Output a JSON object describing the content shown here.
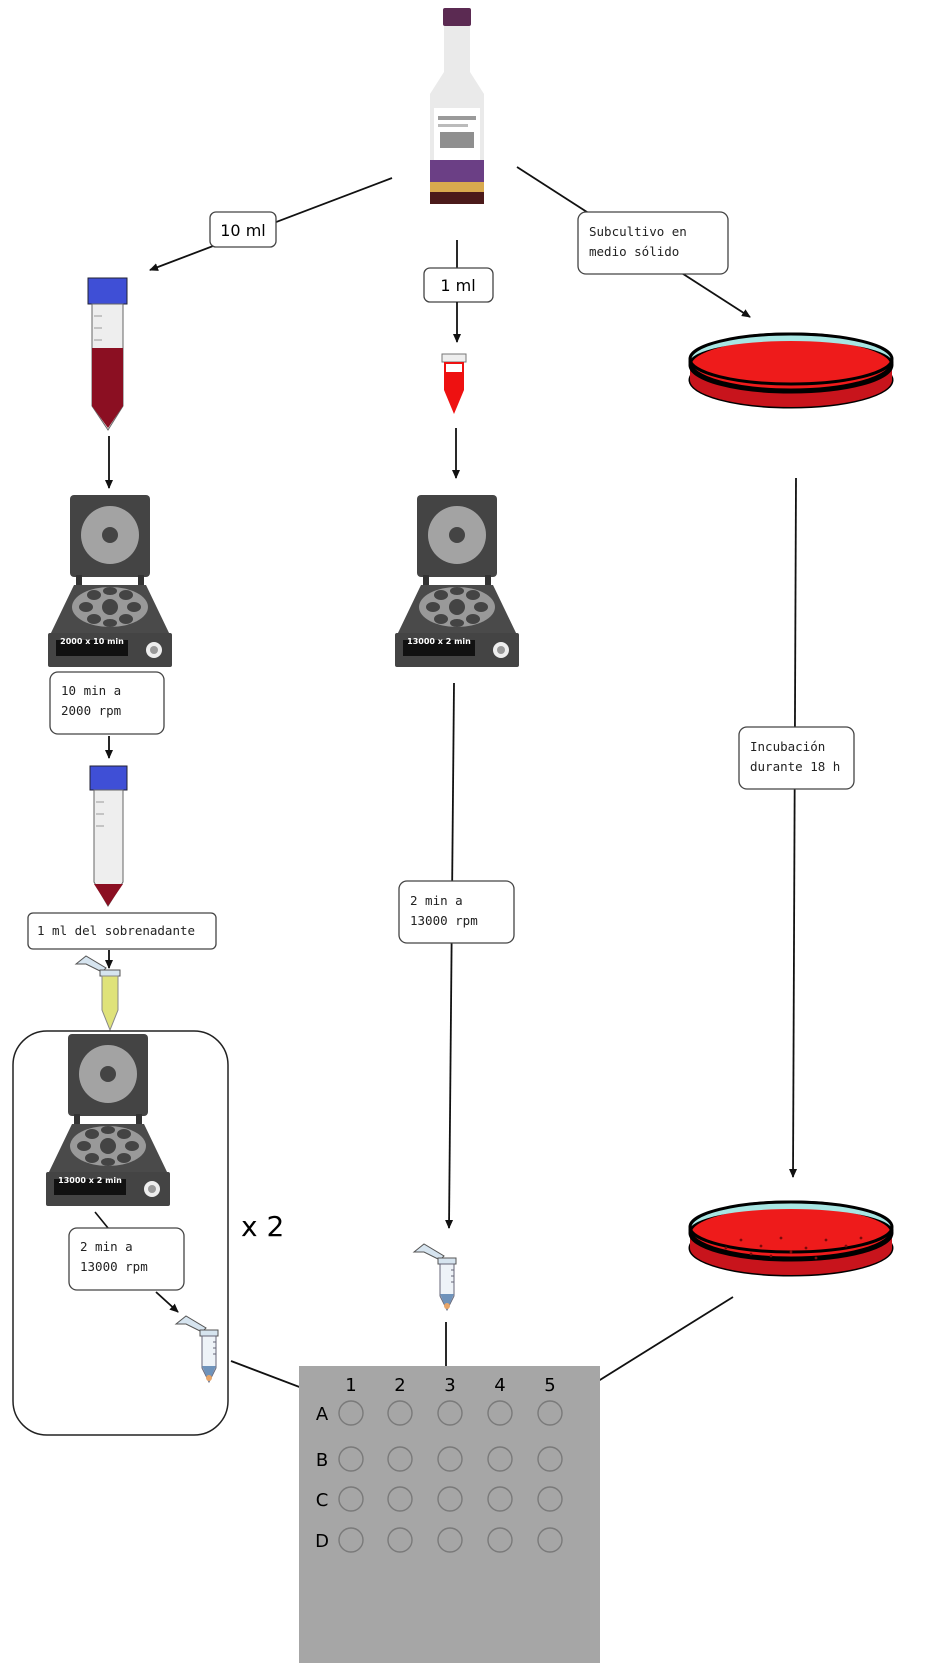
{
  "bottle": {
    "icon": "blood-culture-bottle-icon"
  },
  "steps": {
    "left_volume": "10 ml",
    "center_volume": "1 ml",
    "right_subculture": [
      "Subcultivo en",
      "medio sólido"
    ],
    "left_spin_1": [
      "10 min a",
      "2000 rpm"
    ],
    "supernatant": "1 ml del sobrenadante",
    "left_spin_2": [
      "2 min a",
      "13000 rpm"
    ],
    "repeat": "x 2",
    "center_spin": [
      "2 min a",
      "13000 rpm"
    ],
    "incubation": [
      "Incubación",
      "durante 18 h"
    ]
  },
  "centrifuge_screens": {
    "left_top": "2000 x 10 min",
    "center": "13000 x 2 min",
    "left_bottom": "13000 x 2 min"
  },
  "plate": {
    "columns": [
      "1",
      "2",
      "3",
      "4",
      "5"
    ],
    "rows": [
      "A",
      "B",
      "C",
      "D"
    ],
    "color": "#a6a6a6"
  },
  "colors": {
    "blood_dark": "#8b0f22",
    "blood_bright": "#ee1111",
    "petri_lid": "#a8e6e3",
    "tube_cap": "#3f4fd6",
    "supernatant": "#dfe27a"
  }
}
